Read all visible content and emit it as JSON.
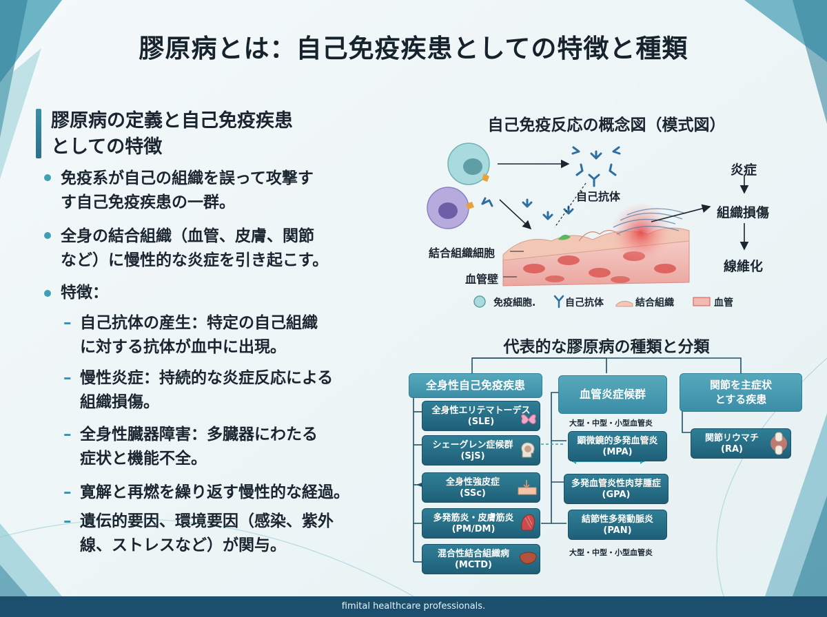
{
  "title": "膠原病とは：自己免疫疾患としての特徴と種類",
  "left": {
    "heading": [
      "膠原病の定義と自己免疫疾患",
      "としての特徴"
    ],
    "bullets": [
      {
        "lines": [
          "免疫系が自己の組織を誤って攻撃す",
          "す自己免疫疾患の一群。"
        ]
      },
      {
        "lines": [
          "全身の結合組織（血管、皮膚、関節",
          "など）に慢性的な炎症を引き起こす。"
        ]
      },
      {
        "lines": [
          "特徴："
        ]
      }
    ],
    "subbullets": [
      {
        "lines": [
          "自己抗体の産生：特定の自己組織",
          "に対する抗体が血中に出現。"
        ]
      },
      {
        "lines": [
          "慢性炎症：持続的な炎症反応による",
          "組織損傷。"
        ]
      },
      {
        "lines": [
          "全身性臓器障害：多臓器にわたる",
          "症状と機能不全。"
        ]
      },
      {
        "lines": [
          "寛解と再燃を繰り返す慢性的な経過。"
        ]
      },
      {
        "lines": [
          "遺伝的要因、環境要因（感染、紫外",
          "線、ストレスなど）が関与。"
        ]
      }
    ]
  },
  "diagram": {
    "title": "自己免疫反応の概念図（模式図）",
    "antibody_label": "自己抗体",
    "tissue_label": "結合組織細胞",
    "vessel_label": "血管壁",
    "flow": [
      "炎症",
      "組織損傷",
      "線維化"
    ],
    "legend": [
      "免疫細胞.",
      "自己抗体",
      "結合組織",
      "血管"
    ],
    "colors": {
      "cell_teal": "#8fcfd3",
      "cell_purple": "#9b8fc9",
      "antibody": "#2f6fa0",
      "vessel": "#e9a3a3",
      "inflammation": "#e53b3b"
    }
  },
  "classification": {
    "title": "代表的な膠原病の種類と分類",
    "groups": [
      {
        "name": "全身性自己免疫疾患",
        "items": [
          {
            "name": "全身性エリテマトーデス",
            "abbr": "(SLE)",
            "icon": "butterfly-icon"
          },
          {
            "name": "シェーグレン症候群",
            "abbr": "(SjS)",
            "icon": "head-icon"
          },
          {
            "name": "全身性強皮症",
            "abbr": "(SSc)",
            "icon": "skin-icon"
          },
          {
            "name": "多発筋炎・皮膚筋炎",
            "abbr": "(PM/DM)",
            "icon": "muscle-icon"
          },
          {
            "name": "混合性結合組織病",
            "abbr": "(MCTD)",
            "icon": "liver-icon"
          }
        ]
      },
      {
        "name": "血管炎症候群",
        "note_top": "大型・中型・小型血管炎",
        "note_bottom": "大型・中型・小型血管炎",
        "items": [
          {
            "name": "顕微鏡的多発血管炎",
            "abbr": "(MPA)"
          },
          {
            "name": "多発血管炎性肉芽腫症",
            "abbr": "(GPA)"
          },
          {
            "name": "結節性多発動脈炎",
            "abbr": "(PAN)"
          }
        ]
      },
      {
        "name_lines": [
          "関節を主症状",
          "とする疾患"
        ],
        "items": [
          {
            "name": "関節リウマチ",
            "abbr": "(RA)",
            "icon": "joint-icon"
          }
        ]
      }
    ]
  },
  "footer": "fimital healthcare professionals."
}
